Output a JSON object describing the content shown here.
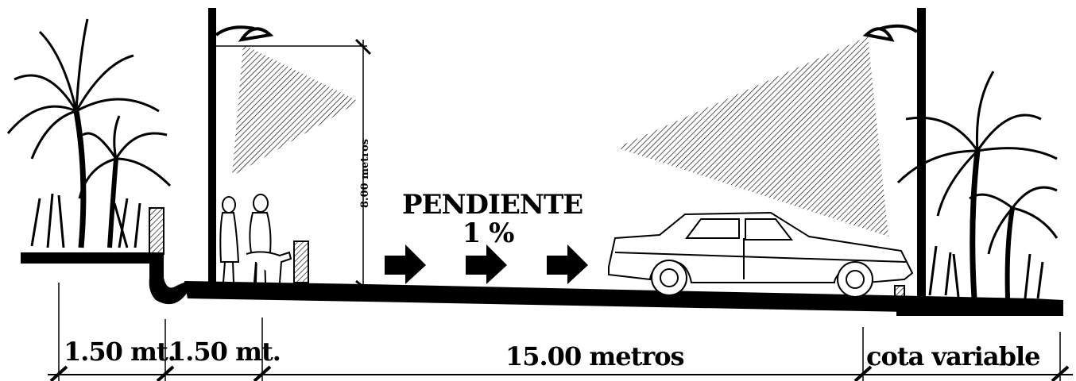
{
  "labels": {
    "slope_word": "PENDIENTE",
    "slope_value": "1 %",
    "height": "8.00 metros",
    "dim_1": "1.50 mt.",
    "dim_2": "1.50 mt.",
    "dim_3": "15.00 metros",
    "dim_4": "cota variable"
  }
}
